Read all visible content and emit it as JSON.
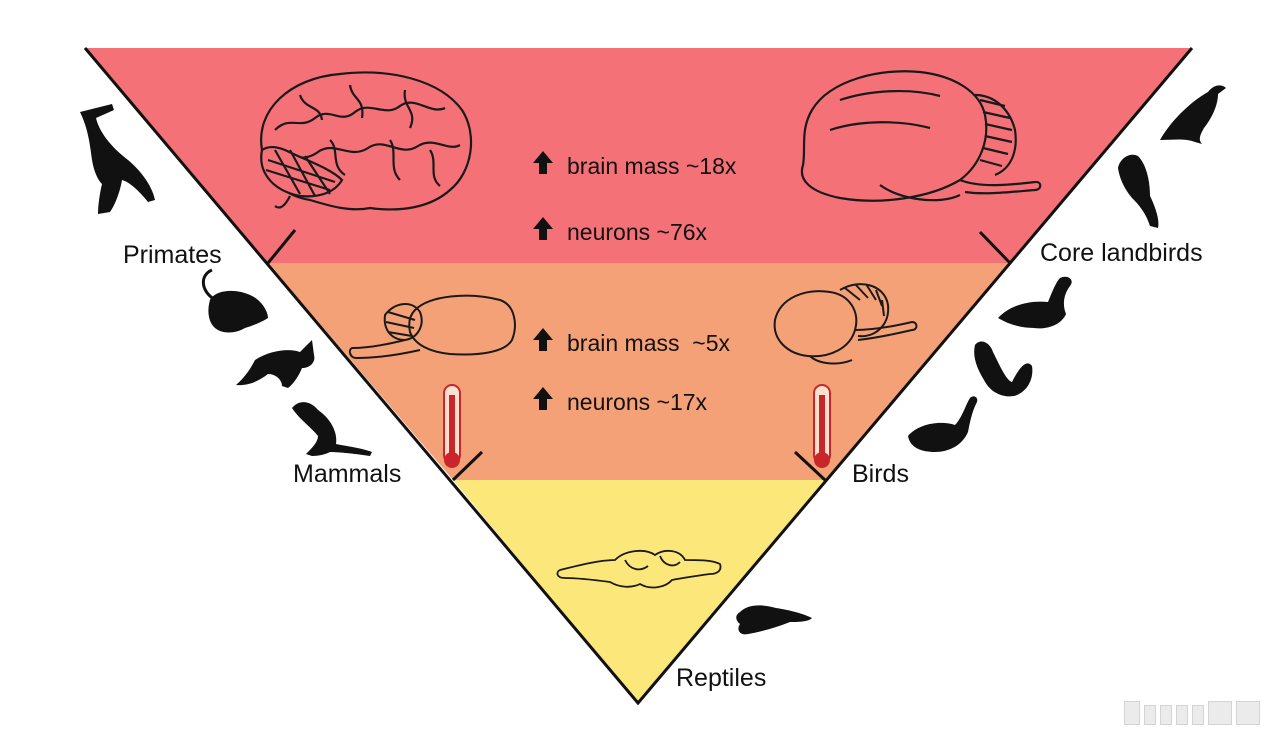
{
  "colors": {
    "top_band": "#f47178",
    "middle_band": "#f5a178",
    "bottom_band": "#fce77a",
    "outline": "#111111",
    "thermometer": "#c8262b"
  },
  "bands": {
    "top": {
      "stat1": "brain mass ~18x",
      "stat2": "neurons ~76x"
    },
    "middle": {
      "stat1": "brain mass  ~5x",
      "stat2": "neurons ~17x"
    }
  },
  "labels": {
    "primates": "Primates",
    "mammals": "Mammals",
    "core_landbirds": "Core landbirds",
    "birds": "Birds",
    "reptiles": "Reptiles"
  },
  "icons": {
    "up_arrow": "up-arrow-icon",
    "thermometer": "thermometer-icon",
    "primate_brain": "primate-brain-icon",
    "corvid_brain": "corvid-brain-icon",
    "mammal_brain": "mammal-brain-icon",
    "bird_brain": "bird-brain-icon",
    "reptile_brain": "reptile-brain-icon",
    "animals_left": [
      "chimpanzee-icon",
      "rat-icon",
      "fox-icon",
      "kangaroo-icon"
    ],
    "animals_right": [
      "crow-icon",
      "parrot-icon",
      "goose-icon",
      "rooster-icon",
      "ostrich-icon",
      "lizard-icon"
    ]
  }
}
